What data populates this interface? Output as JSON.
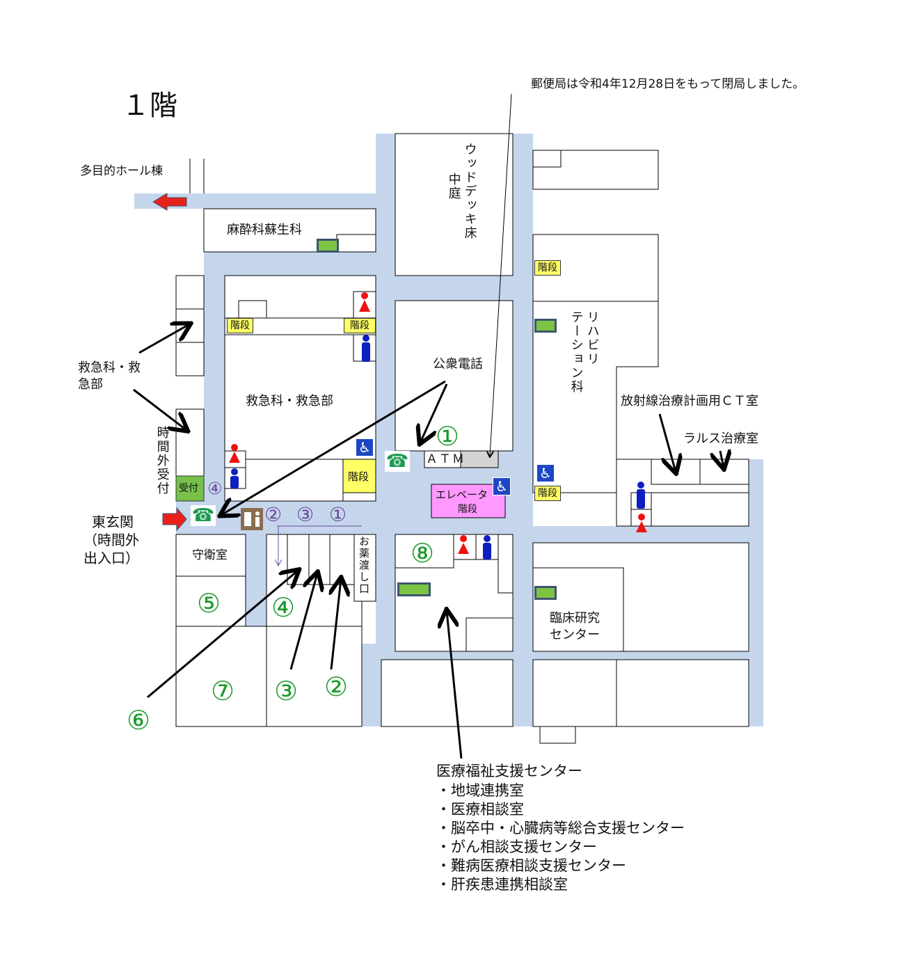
{
  "title": "１階",
  "notice": "郵便局は令和4年12月28日をもって閉局しました。",
  "labels": {
    "hall": "多目的ホール棟",
    "anesthesia": "麻酔科蘇生科",
    "courtyard": "中庭",
    "wood_deck": "ウッドデッキ床",
    "rehab_1": "リハビリ",
    "rehab_2": "テーション科",
    "er_side_1": "救急科・救",
    "er_side_2": "急部",
    "er": "救急科・救急部",
    "night_reception": "時間外受付",
    "reception": "受付",
    "public_phone": "公衆電話",
    "atm": "ＡＴＭ",
    "elevator": "エレベータ",
    "stairs": "階段",
    "ct_room": "放射線治療計画用ＣＴ室",
    "ralus_room": "ラルス治療室",
    "east_entrance_1": "東玄関",
    "east_entrance_2": "（時間外",
    "east_entrance_3": "出入口）",
    "guard_room": "守衛室",
    "medicine": "お薬渡し口",
    "research_1": "臨床研究",
    "research_2": "センター"
  },
  "numbers": {
    "n1": "①",
    "n2": "②",
    "n3": "③",
    "n4": "④",
    "n5": "⑤",
    "n6": "⑥",
    "n7": "⑦",
    "n8": "⑧"
  },
  "welfare": {
    "title": "医療福祉支援センター",
    "items": [
      "・地域連携室",
      "・医療相談室",
      "・脳卒中・心臓病等総合支援センター",
      "・がん相談支援センター",
      "・難病医療相談支援センター",
      "・肝疾患連携相談室"
    ]
  },
  "icons": {
    "phone": "☎",
    "wheelchair": "♿"
  },
  "colors": {
    "corridor": "#c5d6ec",
    "stairs": "#ffff66",
    "elevator": "#ff99ff",
    "reception": "#77c04a",
    "numbers": "#1a9a2a",
    "purple": "#6a4a9a"
  }
}
